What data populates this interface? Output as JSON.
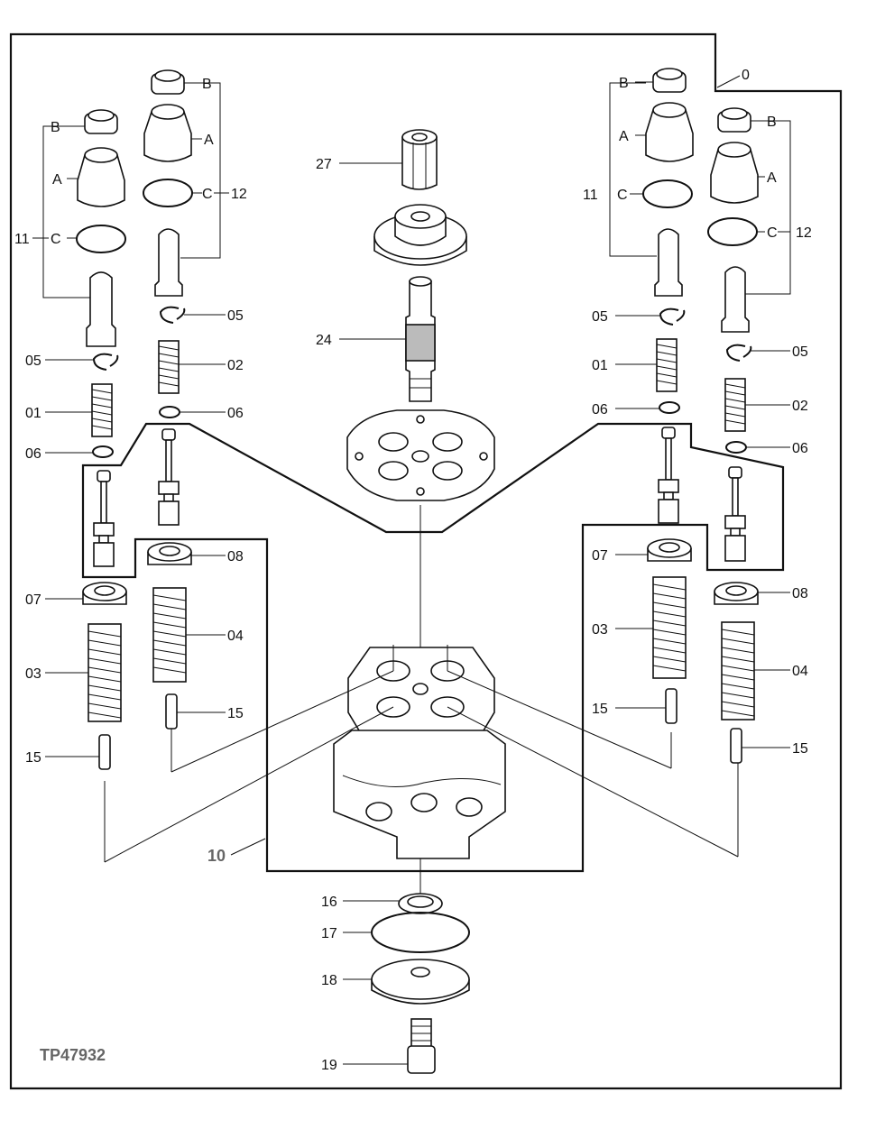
{
  "figure_id": "TP47932",
  "labels": {
    "n0": "0",
    "n10": "10",
    "n11": "11",
    "n12": "12",
    "n01": "01",
    "n02": "02",
    "n03": "03",
    "n04": "04",
    "n05": "05",
    "n06": "06",
    "n07": "07",
    "n08": "08",
    "n15": "15",
    "n16": "16",
    "n17": "17",
    "n18": "18",
    "n19": "19",
    "n24": "24",
    "n27": "27",
    "A": "A",
    "B": "B",
    "C": "C"
  }
}
